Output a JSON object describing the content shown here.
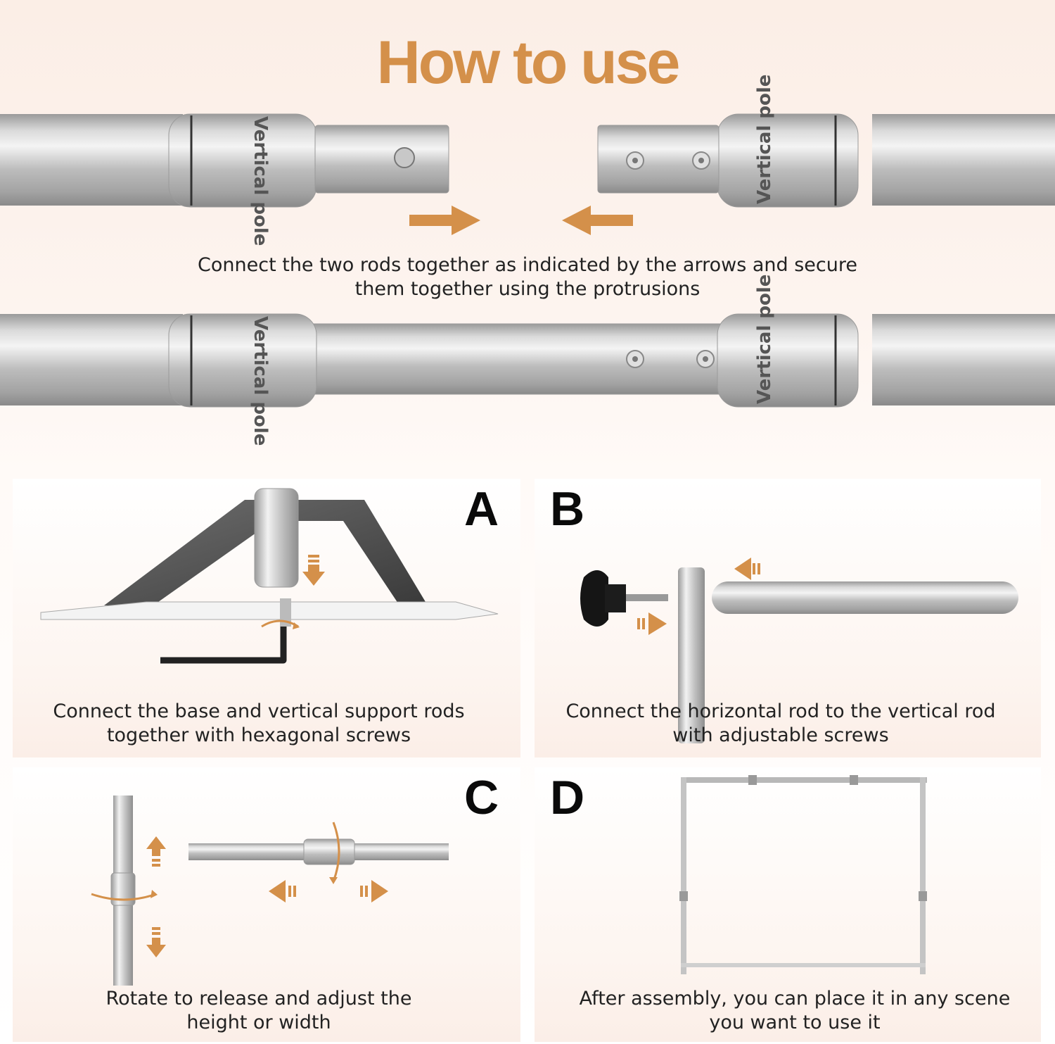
{
  "title": "How to use",
  "top_caption": {
    "line1": "Connect the two rods together as indicated by the arrows and secure",
    "line2": "them together using the protrusions"
  },
  "rod_label": "Vertical pole",
  "panels": {
    "a": {
      "letter": "A",
      "line1": "Connect the base and vertical support rods",
      "line2": "together with hexagonal screws"
    },
    "b": {
      "letter": "B",
      "line1": "Connect the horizontal rod to the vertical rod",
      "line2": "with adjustable screws"
    },
    "c": {
      "letter": "C",
      "line1": "Rotate to release and adjust the",
      "line2": "height or width"
    },
    "d": {
      "letter": "D",
      "line1": "After assembly, you can place it in any scene",
      "line2": "you want to use it"
    }
  },
  "colors": {
    "accent": "#d4904a",
    "metal": "#b8b8b8",
    "text": "#222222"
  },
  "icons": [
    "arrow-right-icon",
    "arrow-left-icon",
    "arrow-down-icon",
    "arrow-up-icon",
    "rotate-icon"
  ]
}
